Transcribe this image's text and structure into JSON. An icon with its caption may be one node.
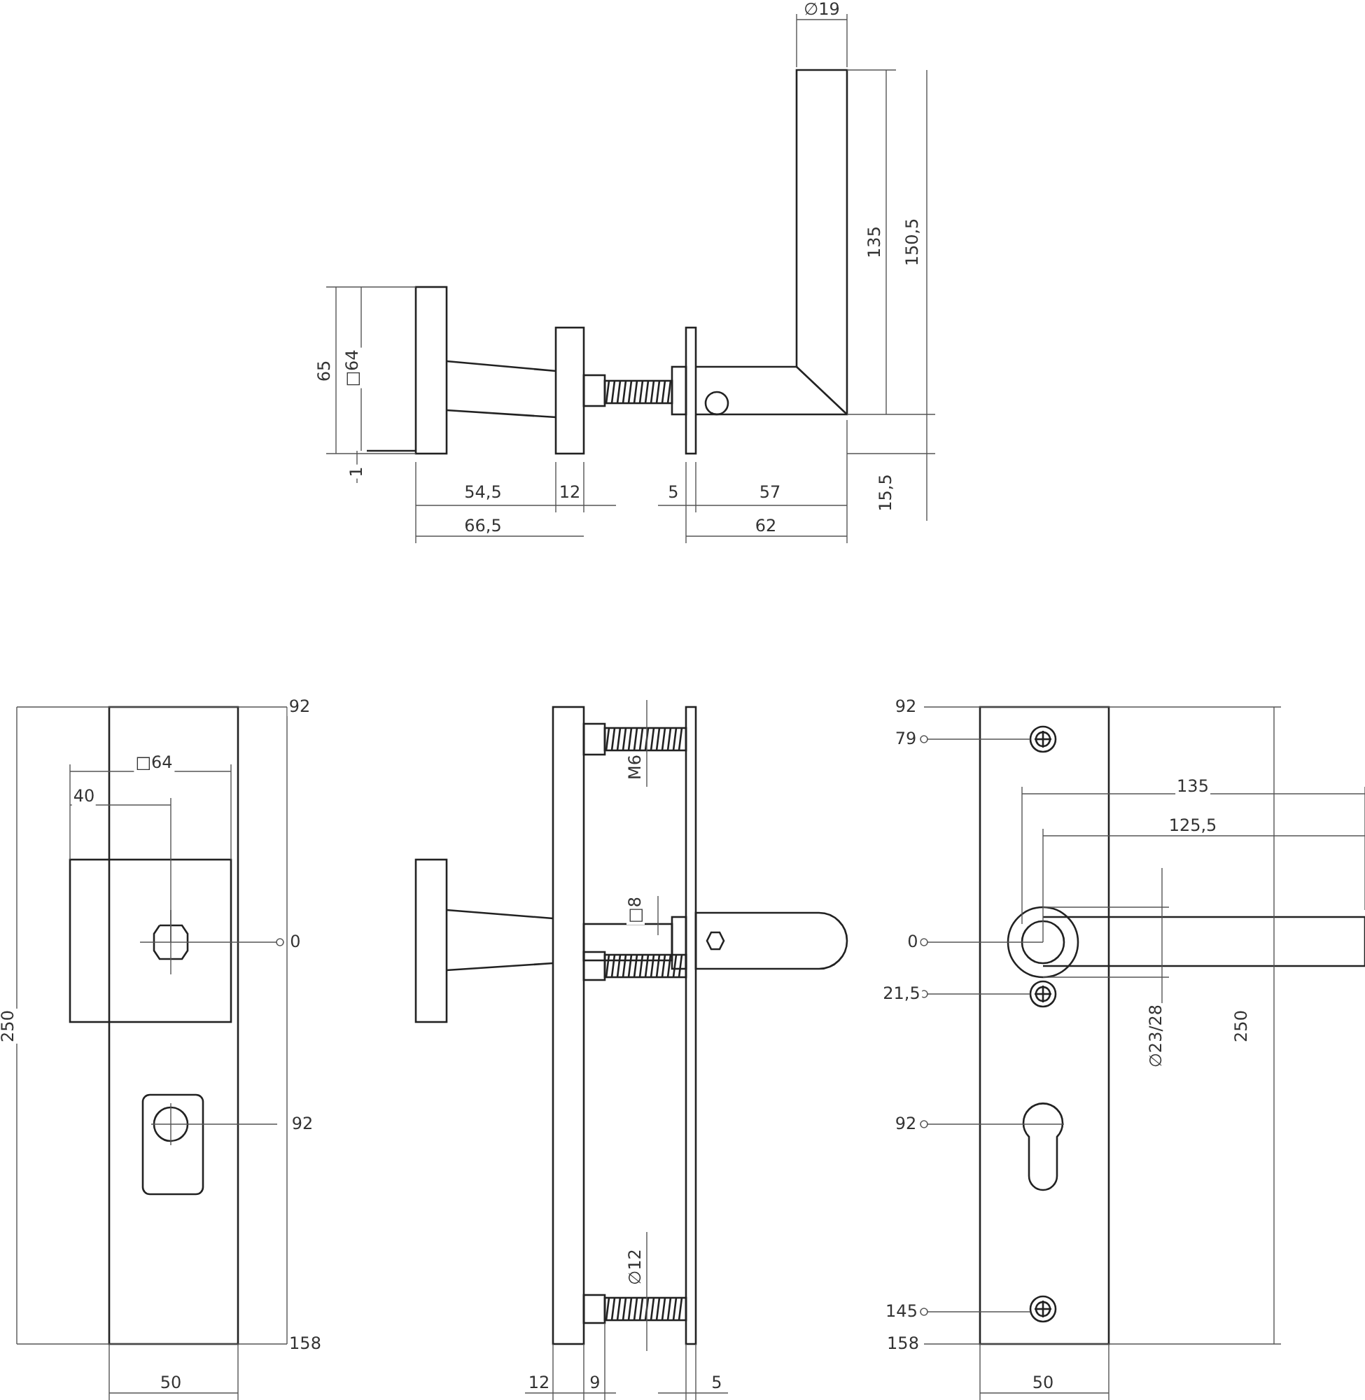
{
  "diagram": {
    "labels": [
      "∅19",
      "135",
      "150,5",
      "65",
      "□64",
      "1",
      "54,5",
      "12",
      "5",
      "57",
      "15,5",
      "66,5",
      "62",
      "92",
      "□64",
      "40",
      "0",
      "250",
      "92",
      "158",
      "50",
      "M6",
      "□8",
      "∅12",
      "12",
      "9",
      "5",
      "92",
      "79",
      "135",
      "125,5",
      "0",
      "21,5",
      "∅23/28",
      "250",
      "92",
      "145",
      "158",
      "50"
    ]
  }
}
